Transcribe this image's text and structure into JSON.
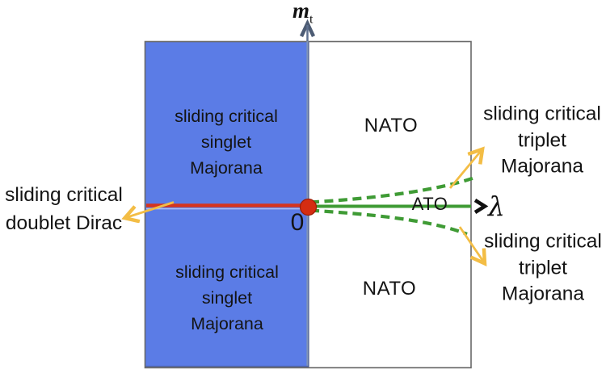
{
  "diagram": {
    "y_axis": {
      "label": "m",
      "subscript": "t"
    },
    "x_axis": {
      "label": "λ"
    },
    "origin": {
      "label": "0"
    },
    "regions": {
      "singlet_top": {
        "line1": "sliding critical",
        "line2": "singlet",
        "line3": "Majorana"
      },
      "singlet_bottom": {
        "line1": "sliding critical",
        "line2": "singlet",
        "line3": "Majorana"
      },
      "nato_top": {
        "label": "NATO"
      },
      "nato_bottom": {
        "label": "NATO"
      },
      "ato": {
        "label": "ATO"
      }
    },
    "callouts": {
      "doublet_dirac": {
        "line1": "sliding critical",
        "line2": "doublet Dirac"
      },
      "triplet_top": {
        "line1": "sliding critical",
        "line2": "triplet",
        "line3": "Majorana"
      },
      "triplet_bottom": {
        "line1": "sliding critical",
        "line2": "triplet",
        "line3": "Majorana"
      }
    },
    "colors": {
      "region_blue": "#5b7ce6",
      "critical_line_red": "#d5341f",
      "fixed_point_red": "#d42d12",
      "flow_green": "#3f9b35",
      "arrow_yellow": "#f3bd45",
      "axis_gray": "#4d5c74",
      "box_border_gray": "#686868"
    }
  }
}
